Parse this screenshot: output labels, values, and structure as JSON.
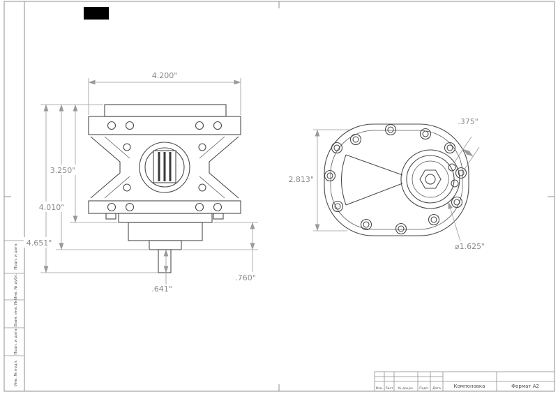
{
  "drawing": {
    "side_view": {
      "dim_overall_width": "4.200\"",
      "dim_h_flange": "3.250\"",
      "dim_h_mid": "4.010\"",
      "dim_h_total": "4.651\"",
      "dim_step": ".760\"",
      "dim_shaft": ".641\""
    },
    "front_view": {
      "dim_height": "2.813\"",
      "dim_port": ".375\"",
      "dim_pilot": "⌀1.625\""
    }
  },
  "frame": {
    "side_labels": [
      "Подп. и дата",
      "Инв. № дубл.",
      "Взам. инв. №",
      "Подп. и дата",
      "Инв. № подл."
    ],
    "title_block": {
      "columns": [
        "Изм.",
        "Лист",
        "№ докум.",
        "Подп.",
        "Дата"
      ],
      "title": "Компоновка",
      "format_label": "Формат А2"
    }
  },
  "colors": {
    "geometry": "#4a4a4a",
    "dimension": "#9a9a9a",
    "frame": "#8f8f8f",
    "logo_block": "#000000"
  }
}
